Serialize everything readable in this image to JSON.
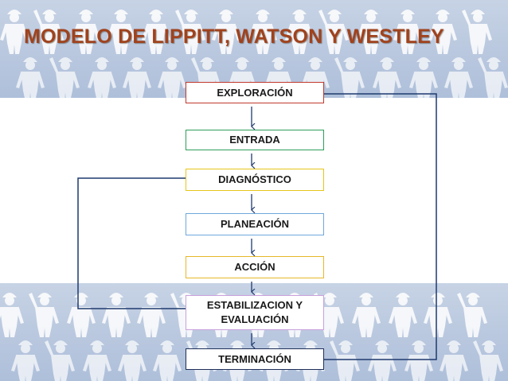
{
  "title": "MODELO DE LIPPITT, WATSON Y WESTLEY",
  "steps": [
    {
      "label": "EXPLORACIÓN",
      "border_color": "#c0392b"
    },
    {
      "label": "ENTRADA",
      "border_color": "#2e9e5a"
    },
    {
      "label": "DIAGNÓSTICO",
      "border_color": "#e6c619"
    },
    {
      "label": "PLANEACIÓN",
      "border_color": "#6fa8dc"
    },
    {
      "label": "ACCIÓN",
      "border_color": "#e6b829"
    },
    {
      "label": "ESTABILIZACION Y EVALUACIÓN",
      "border_color": "#c9a0dc"
    },
    {
      "label": "TERMINACIÓN",
      "border_color": "#1f2f5a"
    }
  ],
  "feedback_loops": [
    {
      "from": "ESTABILIZACION Y EVALUACIÓN",
      "to": "DIAGNÓSTICO",
      "side": "left"
    },
    {
      "from": "EXPLORACIÓN",
      "to": "TERMINACIÓN",
      "side": "right"
    }
  ],
  "colors": {
    "title": "#a0421d",
    "connector": "#1f3a6e",
    "background_band": "#b7c6de",
    "figures": "#ffffff"
  }
}
